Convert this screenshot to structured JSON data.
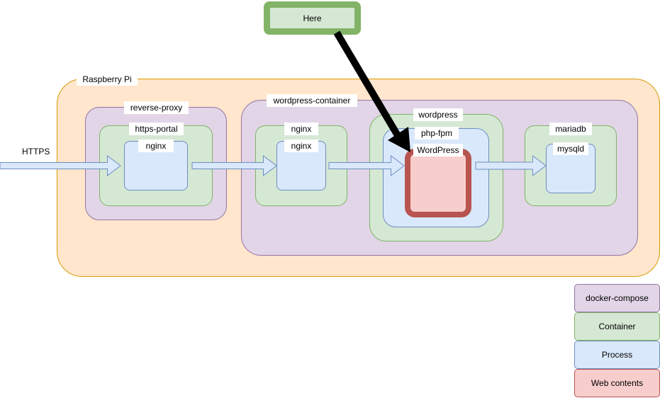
{
  "here_button": {
    "label": "Here"
  },
  "https_label": "HTTPS",
  "host": {
    "label": "Raspberry Pi"
  },
  "reverse_proxy": {
    "compose_label": "reverse-proxy",
    "container_label": "https-portal",
    "process_label": "nginx"
  },
  "wordpress_container": {
    "compose_label": "wordpress-container",
    "nginx": {
      "container_label": "nginx",
      "process_label": "nginx"
    },
    "wordpress": {
      "container_label": "wordpress",
      "process_label": "php-fpm",
      "web_contents_label": "WordPress"
    },
    "mariadb": {
      "container_label": "mariadb",
      "process_label": "mysqld"
    }
  },
  "legend": [
    {
      "label": "docker-compose",
      "color": "#e1d5e7"
    },
    {
      "label": "Container",
      "color": "#d5e8d4"
    },
    {
      "label": "Process",
      "color": "#dae8fc"
    },
    {
      "label": "Web contents",
      "color": "#f8cecc"
    }
  ]
}
